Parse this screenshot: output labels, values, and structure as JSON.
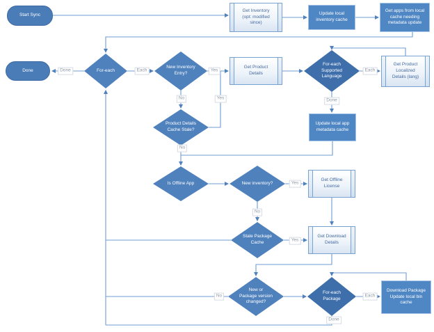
{
  "diagram": {
    "type": "flowchart",
    "colors": {
      "decision_fill": "#4f81bd",
      "decision_loop_fill": "#3e6fab",
      "process_fill": "#4f86c4",
      "terminator_fill": "#4a7db8",
      "predefined_fill": "#eef4fa",
      "connector": "#6f9cd4",
      "predefined_text": "#44699f",
      "edge_label_text": "#8d97a6"
    },
    "nodes": [
      {
        "type": "terminator",
        "label": "Start Sync"
      },
      {
        "type": "predefined",
        "label": "Get Inventory\n(opt: modified\nsince)"
      },
      {
        "type": "process",
        "label": "Update local\ninventory cache"
      },
      {
        "type": "process",
        "label": "Get apps from local\ncache needing\nmetadata update"
      },
      {
        "type": "terminator",
        "label": "Done"
      },
      {
        "type": "decision",
        "label": "For-each"
      },
      {
        "type": "decision",
        "label": "New Inventory\nEntry?"
      },
      {
        "type": "predefined",
        "label": "Get Product\nDetails"
      },
      {
        "type": "decision-loop",
        "label": "For-each\nSupported\nLanguage"
      },
      {
        "type": "predefined",
        "label": "Get Product\nLocalized\nDetails (lang)"
      },
      {
        "type": "decision",
        "label": "Product Details\nCache Stale?"
      },
      {
        "type": "process",
        "label": "Update local app\nmetadata cache"
      },
      {
        "type": "decision",
        "label": "Is Offline App"
      },
      {
        "type": "decision",
        "label": "New inventory?"
      },
      {
        "type": "predefined",
        "label": "Get Offline\nLicense"
      },
      {
        "type": "decision",
        "label": "Stale Package\nCache"
      },
      {
        "type": "predefined",
        "label": "Get Download\nDetails"
      },
      {
        "type": "decision",
        "label": "New or\nPackage version\nchanged?"
      },
      {
        "type": "decision-loop",
        "label": "For-each\nPackage"
      },
      {
        "type": "process",
        "label": "Download Package\nUpdate local bin\ncache"
      }
    ],
    "edge_labels": [
      {
        "text": "Done"
      },
      {
        "text": "Each"
      },
      {
        "text": "Yes"
      },
      {
        "text": "No"
      },
      {
        "text": "Yes"
      },
      {
        "text": "Each"
      },
      {
        "text": "Done"
      },
      {
        "text": "No"
      },
      {
        "text": "Yes"
      },
      {
        "text": "No"
      },
      {
        "text": "Yes"
      },
      {
        "text": "No"
      },
      {
        "text": "Each"
      },
      {
        "text": "Done"
      }
    ]
  }
}
